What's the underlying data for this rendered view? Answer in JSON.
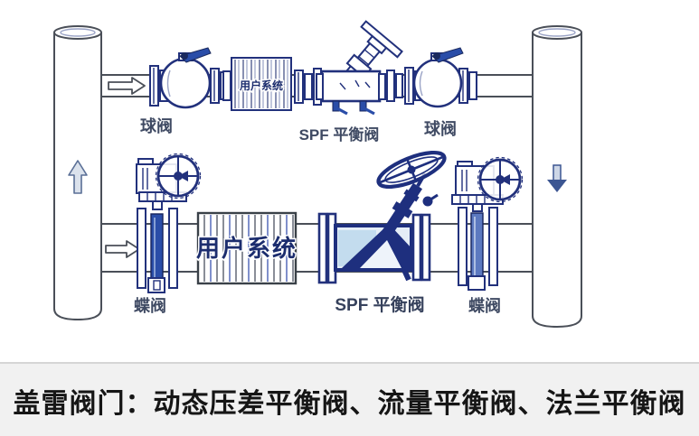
{
  "colors": {
    "navy": "#22317c",
    "accent": "#2a4da8",
    "deep": "#1e2f7e",
    "pipe": "#4a4f58",
    "label": "#3f4a63",
    "lightblue": "#c3dcee",
    "caption_bg": "#f1f1f1",
    "caption_text": "#161616",
    "bg": "#ffffff"
  },
  "icons": {
    "flow_right_arrow": "⇨",
    "flow_up_arrow": "⇧",
    "flow_down_arrow": "⇩",
    "handwheel": "◎"
  },
  "diagram": {
    "top_line": {
      "ball_valve_left_label": "球阀",
      "heat_exchanger_label": "用户系统",
      "spf_valve_label": "SPF 平衡阀",
      "ball_valve_right_label": "球阀"
    },
    "bottom_line": {
      "butterfly_valve_left_label": "蝶阀",
      "user_system_label": "用户系统",
      "spf_valve_label": "SPF 平衡阀",
      "butterfly_valve_right_label": "蝶阀"
    }
  },
  "caption": {
    "text": "盖雷阀门：动态压差平衡阀、流量平衡阀、法兰平衡阀"
  }
}
